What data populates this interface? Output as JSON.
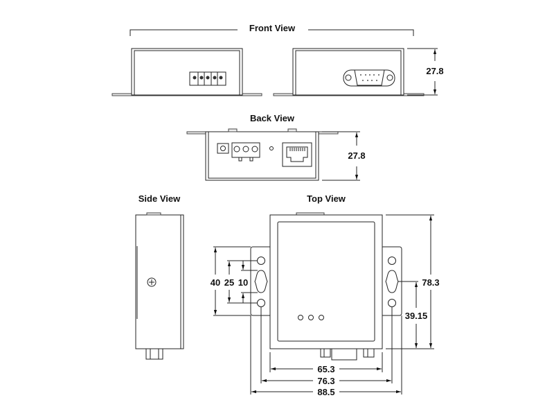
{
  "views": {
    "front": "Front View",
    "back": "Back View",
    "side": "Side View",
    "top": "Top View"
  },
  "dimensions": {
    "front_height": "27.8",
    "back_height": "27.8",
    "hole_span_outer": "40",
    "hole_span_mid": "25",
    "slot_span": "10",
    "total_depth": "78.3",
    "slot_to_edge": "39.15",
    "body_width": "65.3",
    "hole_pitch": "76.3",
    "flange_width": "88.5"
  }
}
